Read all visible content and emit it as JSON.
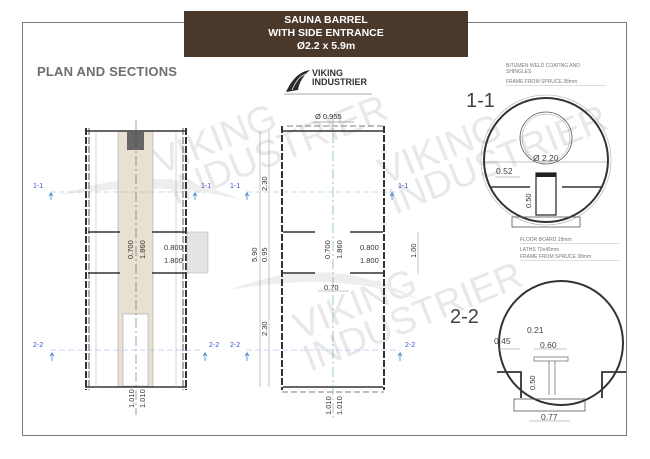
{
  "title_block": {
    "line1": "SAUNA BARREL",
    "line2": "WITH SIDE ENTRANCE",
    "line3": "Ø2.2 x 5.9m",
    "background": "#4a382b"
  },
  "heading": "PLAN AND SECTIONS",
  "logo": {
    "line1": "VIKING",
    "line2": "INDUSTRIER"
  },
  "watermark": {
    "line1": "VIKING",
    "line2": "INDUSTRIER"
  },
  "plan_furnished": {
    "cut_labels": {
      "top_left": "1-1",
      "top_right": "1-1",
      "bottom_left": "2-2",
      "bottom_right": "2-2"
    },
    "door_dims": [
      "0.700",
      "1.860"
    ],
    "side_door_dims": [
      "0.800",
      "1.800"
    ],
    "bottom_dims": [
      "1.010",
      "1.010"
    ],
    "bench_color": "#e8e0d0"
  },
  "plan_dimensioned": {
    "cut_labels": {
      "top_left": "1-1",
      "top_right": "1-1",
      "bottom_left": "2-2",
      "bottom_right": "2-2"
    },
    "window_diameter": "Ø 0.955",
    "overall_length": "5.90",
    "segments": [
      "2.30",
      "0.95",
      "2.30"
    ],
    "door_dims": [
      "0.700",
      "1.860"
    ],
    "side_door_dims": [
      "0.800",
      "1.800"
    ],
    "side_door_width": "1.00",
    "interior_door_width": "0.70",
    "bottom_dims": [
      "1.010",
      "1.010"
    ]
  },
  "section_1_1": {
    "label": "1-1",
    "notes_top": [
      "BITUMEN WELD COATING AND SHINGLES",
      "FRAME FROM SPRUCE 38mm"
    ],
    "diameter": "Ø 2.20",
    "bench_offset": "0.52",
    "heater_height": "0.50",
    "notes_bottom": [
      "FLOOR BOARD 18mm",
      "LATHS 70x45mm",
      "FRAME FROM SPRUCE 38mm"
    ]
  },
  "section_2_2": {
    "label": "2-2",
    "dims": {
      "a": "0.21",
      "b": "0.45",
      "c": "0.60",
      "d": "0.50",
      "e": "0.77"
    }
  }
}
